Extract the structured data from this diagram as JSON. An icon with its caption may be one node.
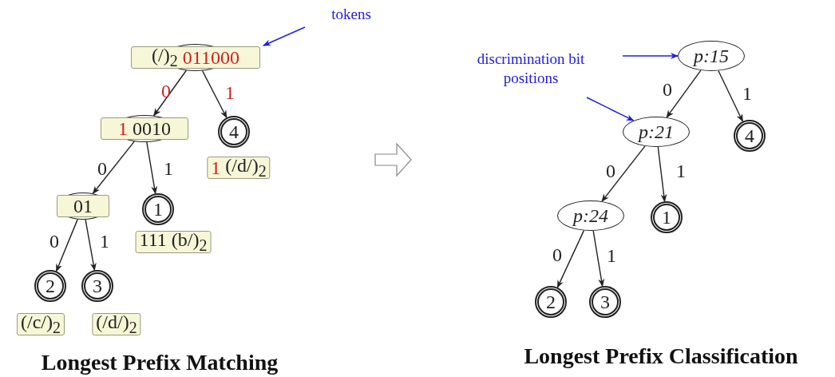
{
  "diagram": {
    "nodes": [
      {
        "text": [
          "tokens"
        ]
      },
      {
        "text": [
          "(/)$_{2}$",
          "011000"
        ]
      },
      {
        "text": [
          "1",
          "0010"
        ]
      },
      {
        "text": [
          "4"
        ],
        "beside": [
          "1",
          "(/d/)$_{2}$"
        ]
      },
      {
        "text": [
          "01"
        ]
      },
      {
        "text": [
          "1"
        ],
        "beside": [
          "111 (b/)$_{2}$"
        ]
      },
      {
        "text": [
          "2"
        ],
        "beside": [
          "(/c/)$_{2}$"
        ]
      },
      {
        "text": [
          "3"
        ],
        "beside": [
          "(/d/)$_{2}$"
        ]
      },
      {
        "text": [
          "discrimination bit positions"
        ]
      },
      {
        "text": [
          "p:15"
        ]
      },
      {
        "text": [
          "p:21"
        ]
      },
      {
        "text": [
          "4"
        ]
      },
      {
        "text": [
          "p:24"
        ]
      },
      {
        "text": [
          "1"
        ]
      },
      {
        "text": [
          "2"
        ]
      },
      {
        "text": [
          "3"
        ]
      }
    ],
    "edges": [
      {
        "from": 0,
        "to": 1,
        "arrow": "to",
        "color": "#2020e0"
      },
      {
        "from": 1,
        "to": 2,
        "arrow": "to",
        "label": "0"
      },
      {
        "from": 1,
        "to": 3,
        "arrow": "to",
        "label": "1"
      },
      {
        "from": 2,
        "to": 4,
        "arrow": "to",
        "label": "0"
      },
      {
        "from": 2,
        "to": 5,
        "arrow": "to",
        "label": "1"
      },
      {
        "from": 4,
        "to": 6,
        "arrow": "to",
        "label": "0"
      },
      {
        "from": 4,
        "to": 7,
        "arrow": "to",
        "label": "1"
      },
      {
        "from": 8,
        "to": 9,
        "arrow": "to",
        "color": "#2020e0"
      },
      {
        "from": 8,
        "to": 10,
        "arrow": "to",
        "color": "#2020e0"
      },
      {
        "from": 9,
        "to": 10,
        "arrow": "to",
        "label": "0"
      },
      {
        "from": 9,
        "to": 11,
        "arrow": "to",
        "label": "1"
      },
      {
        "from": 10,
        "to": 12,
        "arrow": "to",
        "label": "0"
      },
      {
        "from": 10,
        "to": 13,
        "arrow": "to",
        "label": "1"
      },
      {
        "from": 12,
        "to": 14,
        "arrow": "to",
        "label": "0"
      },
      {
        "from": 12,
        "to": 15,
        "arrow": "to",
        "label": "1"
      }
    ],
    "labels": [
      "Longest Prefix Matching",
      "Longest Prefix Classification"
    ]
  }
}
